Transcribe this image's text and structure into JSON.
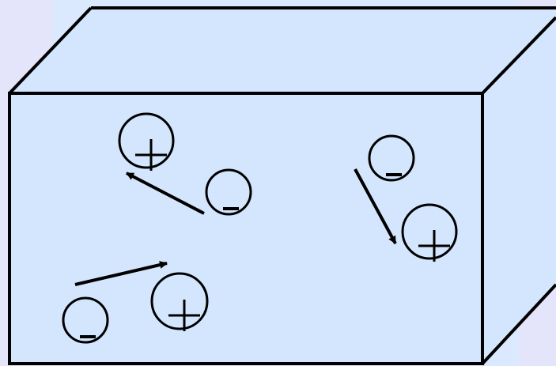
{
  "diagram": {
    "kind": "3d-box-with-charged-particles",
    "colors": {
      "background_left": "#e4e4fb",
      "background_center": "#dbe9fe",
      "background_right": "#e4e4fb",
      "box_fill": "#d4e6fd",
      "outline": "#000000"
    },
    "particles": [
      {
        "id": "p1",
        "charge": "positive",
        "symbol": "+"
      },
      {
        "id": "p2",
        "charge": "negative",
        "symbol": "−"
      },
      {
        "id": "p3",
        "charge": "negative",
        "symbol": "−"
      },
      {
        "id": "p4",
        "charge": "positive",
        "symbol": "+"
      },
      {
        "id": "p5",
        "charge": "negative",
        "symbol": "−"
      },
      {
        "id": "p6",
        "charge": "positive",
        "symbol": "+"
      }
    ],
    "arrows": [
      {
        "id": "a1",
        "from": "p2",
        "toward": "p1"
      },
      {
        "id": "a2",
        "from": "p5",
        "toward": "p6"
      },
      {
        "id": "a3",
        "from": "p3",
        "toward": "p4"
      }
    ]
  }
}
